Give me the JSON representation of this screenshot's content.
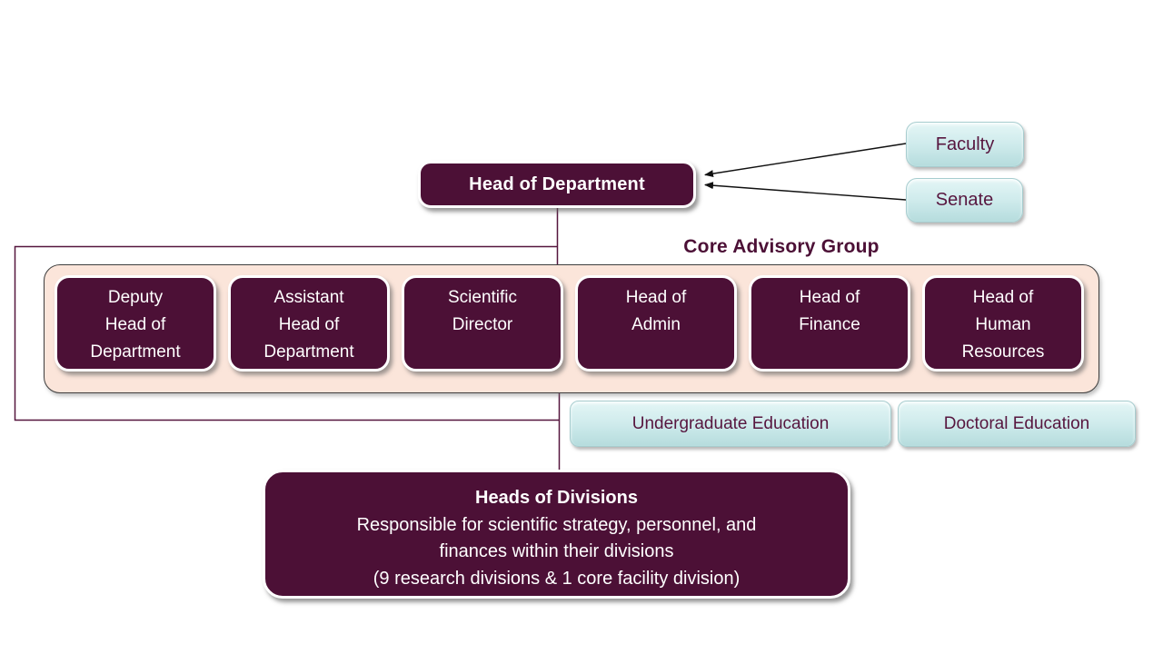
{
  "diagram": {
    "head_of_department": "Head of Department",
    "faculty": "Faculty",
    "senate": "Senate",
    "core_advisory_group_title": "Core Advisory Group",
    "advisors": [
      "Deputy\nHead of\nDepartment",
      "Assistant\nHead of\nDepartment",
      "Scientific\nDirector",
      "Head of\nAdmin",
      "Head of\nFinance",
      "Head of\nHuman\nResources"
    ],
    "undergraduate_education": "Undergraduate Education",
    "doctoral_education": "Doctoral Education",
    "heads_of_divisions": {
      "title": "Heads of Divisions",
      "body": "Responsible for scientific strategy, personnel, and\nfinances within their divisions\n(9 research divisions & 1 core facility division)"
    },
    "colors": {
      "maroon_box": "#4c1036",
      "pink_container": "#fbe5da",
      "teal_box_top": "#e4f6f6",
      "teal_box_bottom": "#b5dcdd",
      "text_on_teal": "#57163f",
      "connector_line": "#55153d",
      "arrow_line": "#111111"
    }
  }
}
